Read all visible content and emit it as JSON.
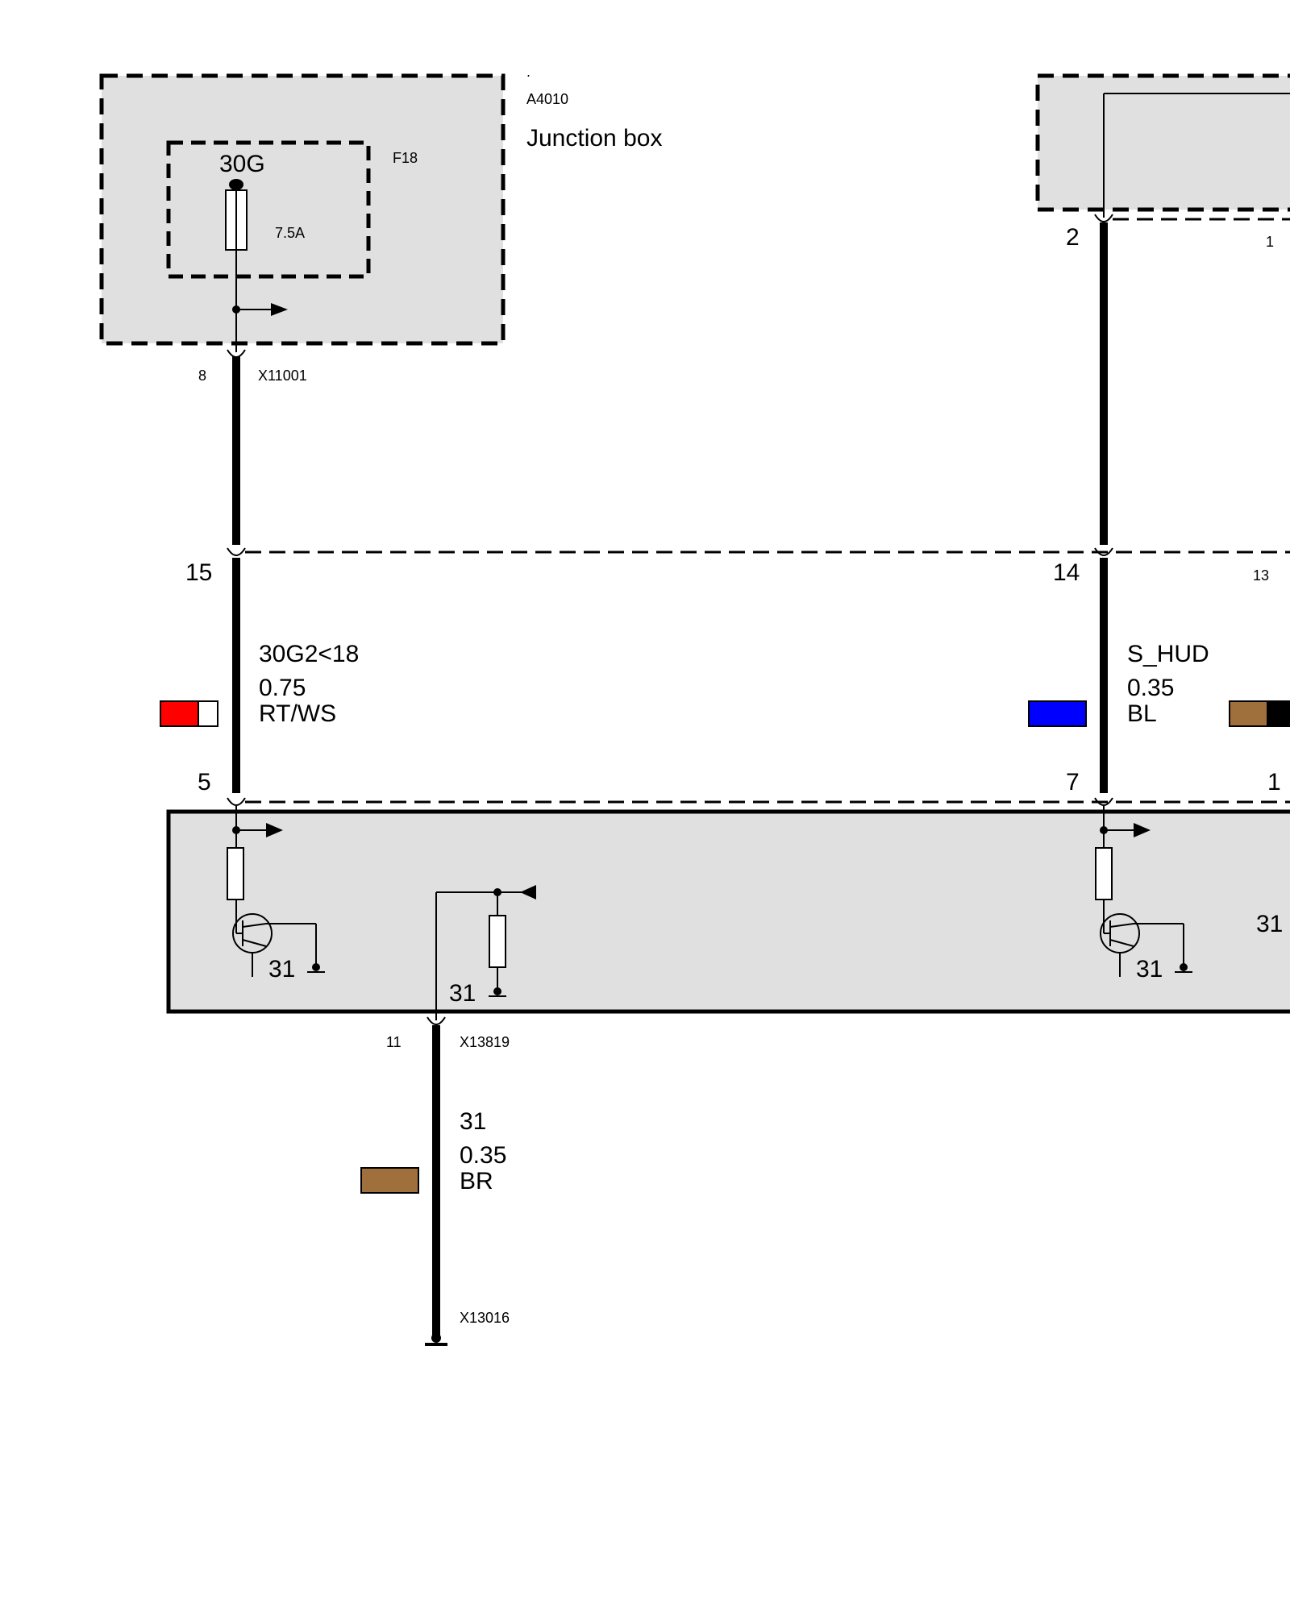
{
  "junction_box": {
    "dot": ".",
    "id": "A4010",
    "title": "Junction box",
    "fuse_id": "F18",
    "fuse_terminal": "30G",
    "fuse_rating": "7.5A",
    "out_pin": "8",
    "connector": "X11001"
  },
  "top_right_module": {
    "pin_main": "2",
    "pin_side": "1"
  },
  "mid_connector": {
    "pin_left": "15",
    "pin_center": "14",
    "pin_right": "13"
  },
  "wires": [
    {
      "signal": "30G2<18",
      "gauge": "0.75",
      "color_code": "RT/WS",
      "swatch_primary": "#ff0000",
      "swatch_secondary": "#ffffff"
    },
    {
      "signal": "S_HUD",
      "gauge": "0.35",
      "color_code": "BL",
      "swatch_primary": "#0000ff"
    },
    {
      "swatch_primary": "#a0703c",
      "swatch_secondary": "#000000"
    },
    {
      "signal": "31",
      "gauge": "0.35",
      "color_code": "BR",
      "swatch_primary": "#a0703c"
    }
  ],
  "lower_module": {
    "pin_left": "5",
    "pin_center": "7",
    "pin_right": "1",
    "ground_1": "31",
    "ground_2": "31",
    "ground_3": "31",
    "ground_4": "31",
    "out_pin": "11",
    "connector": "X13819"
  },
  "ground_connector": "X13016"
}
